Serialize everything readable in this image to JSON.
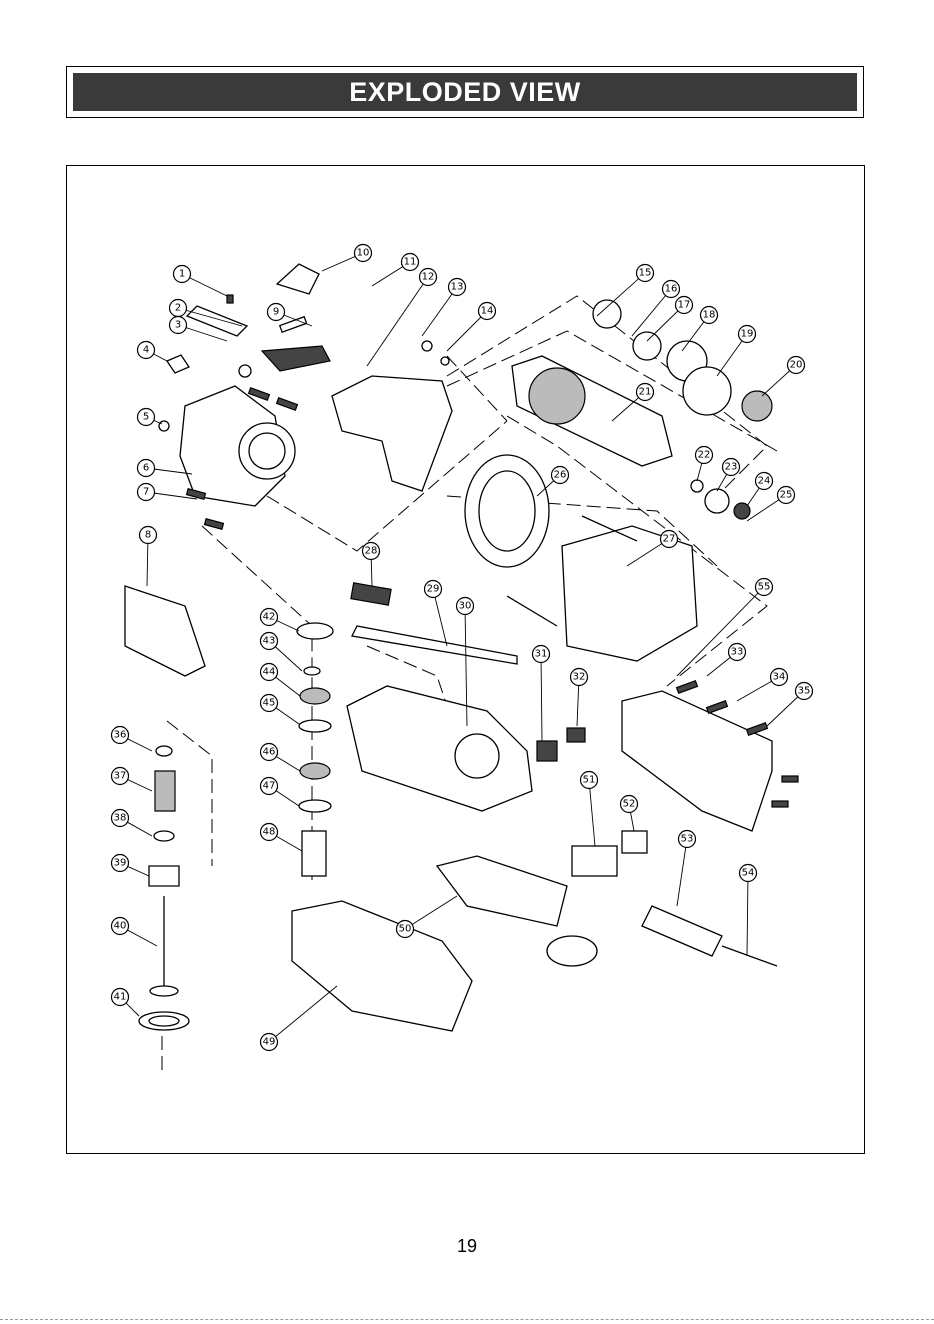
{
  "header": {
    "title": "EXPLODED VIEW"
  },
  "page": {
    "number": "19"
  },
  "callouts": [
    "1",
    "2",
    "3",
    "4",
    "5",
    "6",
    "7",
    "8",
    "9",
    "10",
    "11",
    "12",
    "13",
    "14",
    "15",
    "16",
    "17",
    "18",
    "19",
    "20",
    "21",
    "22",
    "23",
    "24",
    "25",
    "26",
    "27",
    "28",
    "29",
    "30",
    "31",
    "32",
    "33",
    "34",
    "35",
    "36",
    "37",
    "38",
    "39",
    "40",
    "41",
    "42",
    "43",
    "44",
    "45",
    "46",
    "47",
    "48",
    "49",
    "50",
    "51",
    "52",
    "53",
    "54",
    "55"
  ]
}
